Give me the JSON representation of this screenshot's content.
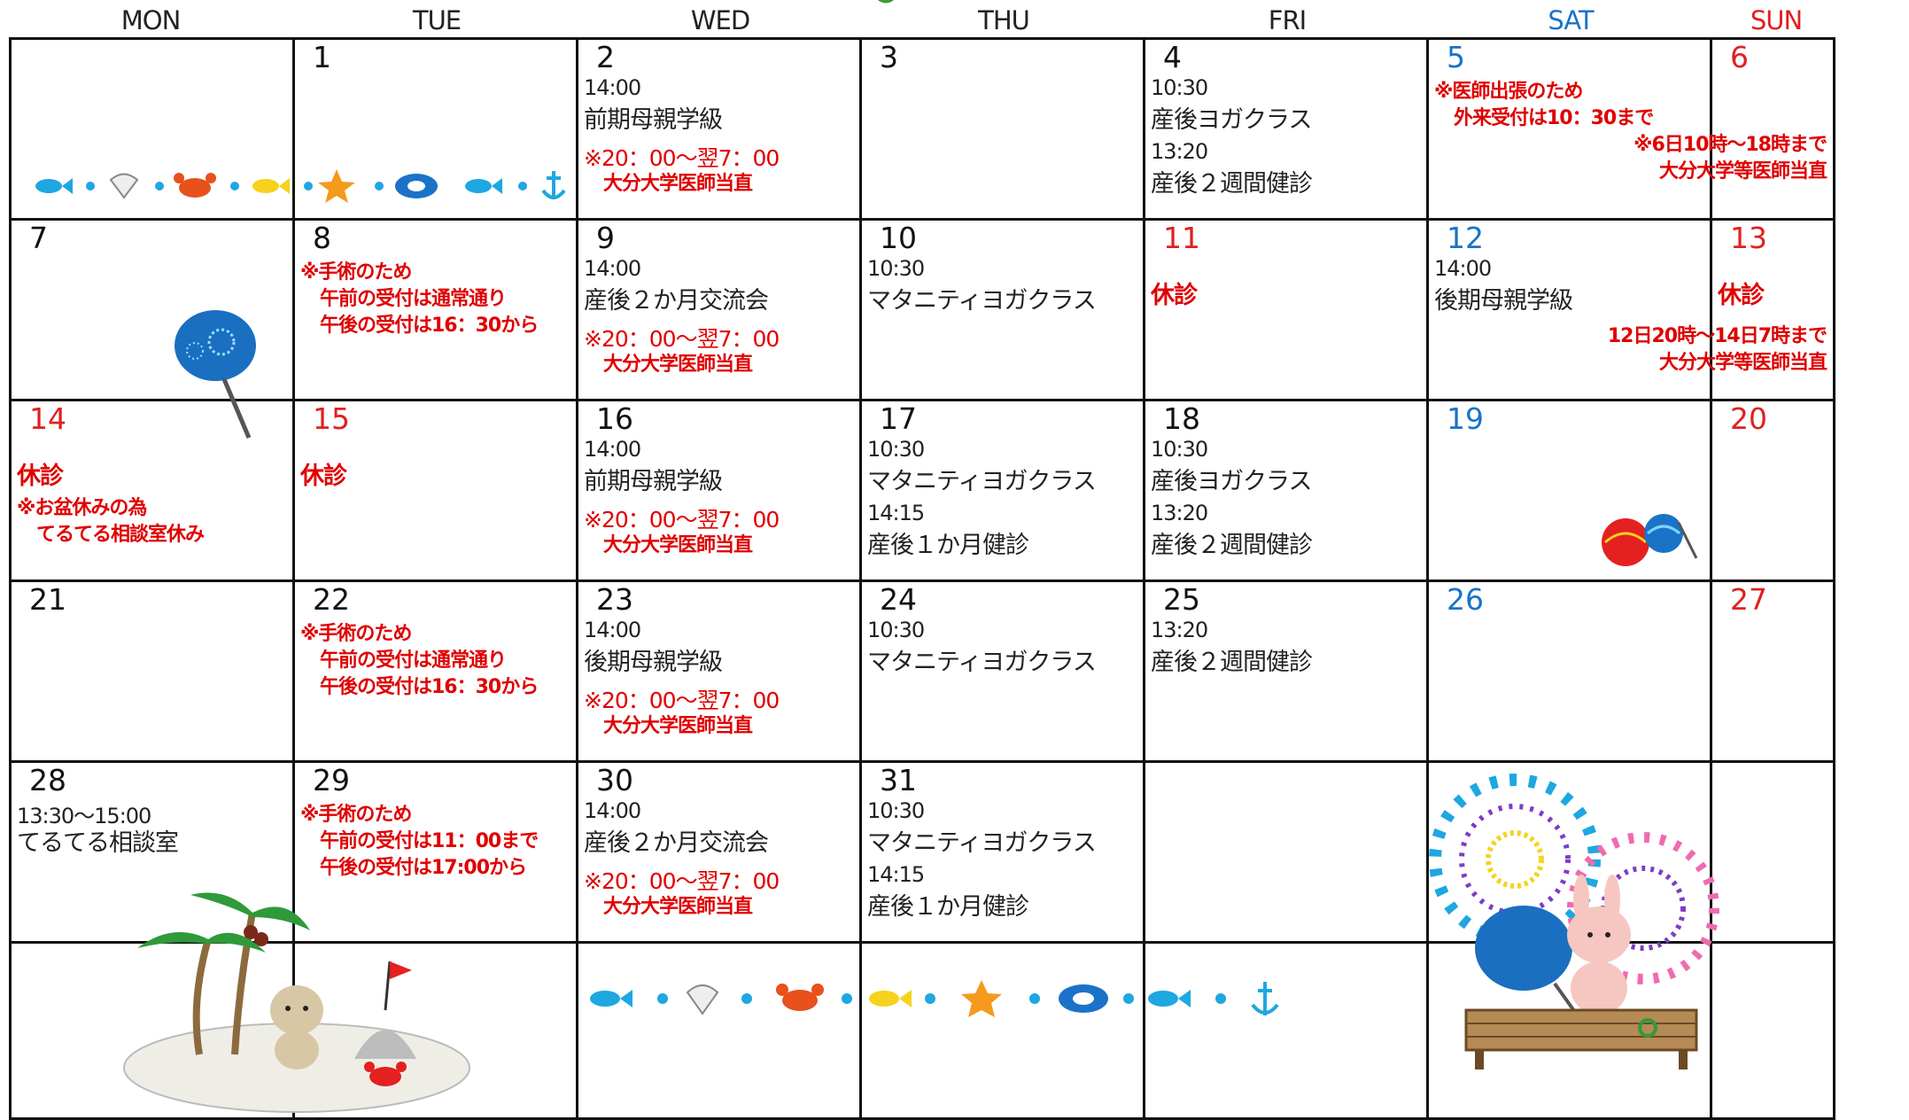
{
  "weekdays": [
    "MON",
    "TUE",
    "WED",
    "THU",
    "FRI",
    "SAT",
    "SUN"
  ],
  "colors": {
    "weekday": "#222222",
    "saturday": "#1a73c7",
    "sunday_holiday": "#e02020",
    "notice": "#e00000",
    "grid": "#111111"
  },
  "weeks": [
    {
      "days": [
        {
          "num": "",
          "lines": []
        },
        {
          "num": "1",
          "lines": []
        },
        {
          "num": "2",
          "lines": [
            {
              "t": "time",
              "text": "14:00"
            },
            {
              "t": "ev",
              "text": "前期母親学級"
            },
            {
              "t": "rn",
              "text": "※20：00～翌7：00"
            },
            {
              "t": "rs",
              "text": "大分大学医師当直"
            }
          ]
        },
        {
          "num": "3",
          "lines": []
        },
        {
          "num": "4",
          "lines": [
            {
              "t": "time",
              "text": "10:30"
            },
            {
              "t": "ev",
              "text": "産後ヨガクラス"
            },
            {
              "t": "time",
              "text": "13:20"
            },
            {
              "t": "ev",
              "text": "産後２週間健診"
            }
          ]
        },
        {
          "num": "5",
          "color": "blue",
          "lines": [
            {
              "t": "rs",
              "text": "※医師出張のため"
            },
            {
              "t": "rs",
              "text": "外来受付は10：30まで"
            },
            {
              "t": "rs",
              "text": "※6日10時～18時まで"
            },
            {
              "t": "rs",
              "text": "大分大学等医師当直"
            }
          ]
        },
        {
          "num": "6",
          "color": "red",
          "lines": []
        }
      ]
    },
    {
      "days": [
        {
          "num": "7",
          "lines": []
        },
        {
          "num": "8",
          "lines": [
            {
              "t": "rs",
              "text": "※手術のため"
            },
            {
              "t": "rs",
              "text": "午前の受付は通常通り"
            },
            {
              "t": "rs",
              "text": "午後の受付は16：30から"
            }
          ]
        },
        {
          "num": "9",
          "lines": [
            {
              "t": "time",
              "text": "14:00"
            },
            {
              "t": "ev",
              "text": "産後２か月交流会"
            },
            {
              "t": "rn",
              "text": "※20：00～翌7：00"
            },
            {
              "t": "rs",
              "text": "大分大学医師当直"
            }
          ]
        },
        {
          "num": "10",
          "lines": [
            {
              "t": "time",
              "text": "10:30"
            },
            {
              "t": "ev",
              "text": "マタニティヨガクラス"
            }
          ]
        },
        {
          "num": "11",
          "color": "red",
          "lines": [
            {
              "t": "rb",
              "text": "休診"
            }
          ]
        },
        {
          "num": "12",
          "color": "blue",
          "lines": [
            {
              "t": "time",
              "text": "14:00"
            },
            {
              "t": "ev",
              "text": "後期母親学級"
            },
            {
              "t": "rs",
              "text": "12日20時～14日7時まで"
            },
            {
              "t": "rs",
              "text": "大分大学等医師当直"
            }
          ]
        },
        {
          "num": "13",
          "color": "red",
          "lines": [
            {
              "t": "rb",
              "text": "休診"
            }
          ]
        }
      ]
    },
    {
      "days": [
        {
          "num": "14",
          "color": "red",
          "lines": [
            {
              "t": "rb",
              "text": "休診"
            },
            {
              "t": "rs",
              "text": "※お盆休みの為"
            },
            {
              "t": "rs",
              "text": "てるてる相談室休み"
            }
          ]
        },
        {
          "num": "15",
          "color": "red",
          "lines": [
            {
              "t": "rb",
              "text": "休診"
            }
          ]
        },
        {
          "num": "16",
          "lines": [
            {
              "t": "time",
              "text": "14:00"
            },
            {
              "t": "ev",
              "text": "前期母親学級"
            },
            {
              "t": "rn",
              "text": "※20：00～翌7：00"
            },
            {
              "t": "rs",
              "text": "大分大学医師当直"
            }
          ]
        },
        {
          "num": "17",
          "lines": [
            {
              "t": "time",
              "text": "10:30"
            },
            {
              "t": "ev",
              "text": "マタニティヨガクラス"
            },
            {
              "t": "time",
              "text": "14:15"
            },
            {
              "t": "ev",
              "text": "産後１か月健診"
            }
          ]
        },
        {
          "num": "18",
          "lines": [
            {
              "t": "time",
              "text": "10:30"
            },
            {
              "t": "ev",
              "text": "産後ヨガクラス"
            },
            {
              "t": "time",
              "text": "13:20"
            },
            {
              "t": "ev",
              "text": "産後２週間健診"
            }
          ]
        },
        {
          "num": "19",
          "color": "blue",
          "lines": []
        },
        {
          "num": "20",
          "color": "red",
          "lines": []
        }
      ]
    },
    {
      "days": [
        {
          "num": "21",
          "lines": []
        },
        {
          "num": "22",
          "lines": [
            {
              "t": "rs",
              "text": "※手術のため"
            },
            {
              "t": "rs",
              "text": "午前の受付は通常通り"
            },
            {
              "t": "rs",
              "text": "午後の受付は16：30から"
            }
          ]
        },
        {
          "num": "23",
          "lines": [
            {
              "t": "time",
              "text": "14:00"
            },
            {
              "t": "ev",
              "text": "後期母親学級"
            },
            {
              "t": "rn",
              "text": "※20：00～翌7：00"
            },
            {
              "t": "rs",
              "text": "大分大学医師当直"
            }
          ]
        },
        {
          "num": "24",
          "lines": [
            {
              "t": "time",
              "text": "10:30"
            },
            {
              "t": "ev",
              "text": "マタニティヨガクラス"
            }
          ]
        },
        {
          "num": "25",
          "lines": [
            {
              "t": "time",
              "text": "13:20"
            },
            {
              "t": "ev",
              "text": "産後２週間健診"
            }
          ]
        },
        {
          "num": "26",
          "color": "blue",
          "lines": []
        },
        {
          "num": "27",
          "color": "red",
          "lines": []
        }
      ]
    },
    {
      "days": [
        {
          "num": "28",
          "lines": [
            {
              "t": "time",
              "text": "13:30～15:00"
            },
            {
              "t": "ev",
              "text": "てるてる相談室"
            }
          ]
        },
        {
          "num": "29",
          "lines": [
            {
              "t": "rs",
              "text": "※手術のため"
            },
            {
              "t": "rs",
              "text": "午前の受付は11：00まで"
            },
            {
              "t": "rs",
              "text": "午後の受付は17:00から"
            }
          ]
        },
        {
          "num": "30",
          "lines": [
            {
              "t": "time",
              "text": "14:00"
            },
            {
              "t": "ev",
              "text": "産後２か月交流会"
            },
            {
              "t": "rn",
              "text": "※20：00～翌7：00"
            },
            {
              "t": "rs",
              "text": "大分大学医師当直"
            }
          ]
        },
        {
          "num": "31",
          "lines": [
            {
              "t": "time",
              "text": "10:30"
            },
            {
              "t": "ev",
              "text": "マタニティヨガクラス"
            },
            {
              "t": "time",
              "text": "14:15"
            },
            {
              "t": "ev",
              "text": "産後１か月健診"
            }
          ]
        },
        {
          "num": "",
          "lines": []
        },
        {
          "num": "",
          "lines": []
        },
        {
          "num": "",
          "lines": []
        }
      ]
    },
    {
      "days": [
        {
          "num": "",
          "lines": []
        },
        {
          "num": "",
          "lines": []
        },
        {
          "num": "",
          "lines": []
        },
        {
          "num": "",
          "lines": []
        },
        {
          "num": "",
          "lines": []
        },
        {
          "num": "",
          "lines": []
        },
        {
          "num": "",
          "lines": []
        }
      ]
    }
  ]
}
